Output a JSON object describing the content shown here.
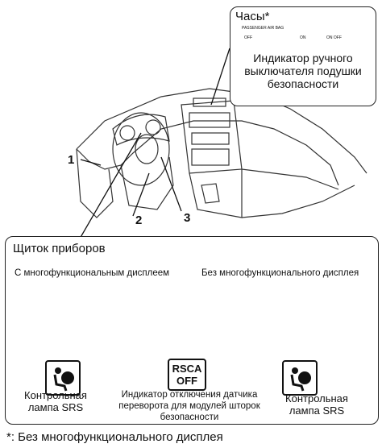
{
  "callout": {
    "title": "Часы*",
    "indicator_label": "Индикатор ручного выключателя подушки безопасности",
    "mini_text": {
      "passenger": "PASSENGER AIR BAG",
      "off": "OFF",
      "on": "ON",
      "on_off": "ON OFF"
    }
  },
  "numbers": [
    "1",
    "2",
    "3"
  ],
  "panel": {
    "title": "Щиток приборов",
    "left_subtitle": "С многофункциональным дисплеем",
    "right_subtitle": "Без многофункционального дисплея",
    "srs_left_label": "Контрольная лампа SRS",
    "srs_right_label": "Контрольная лампа SRS",
    "rsca_label_top": "RSCA",
    "rsca_label_bottom": "OFF",
    "rsca_caption": "Индикатор отключения датчика переворота для модулей шторок безопасности"
  },
  "footnote": "*: Без многофункционального дисплея",
  "icons": [
    "airbag-icon",
    "seat-passenger-icon"
  ]
}
